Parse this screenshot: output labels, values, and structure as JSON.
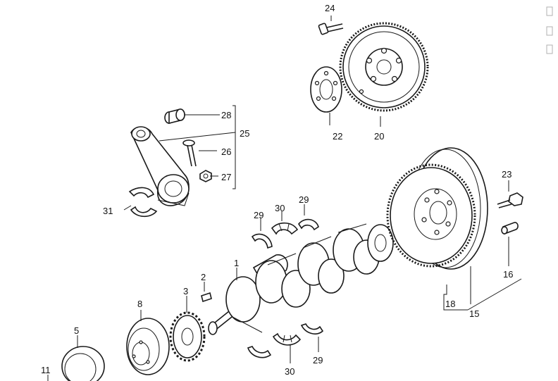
{
  "callouts": {
    "c1": "1",
    "c2": "2",
    "c3": "3",
    "c5": "5",
    "c8": "8",
    "c11": "11",
    "c15": "15",
    "c16": "16",
    "c18": "18",
    "c20": "20",
    "c22": "22",
    "c23": "23",
    "c24": "24",
    "c25": "25",
    "c26": "26",
    "c27": "27",
    "c28": "28",
    "c29a": "29",
    "c29b": "29",
    "c29c": "29",
    "c30a": "30",
    "c30b": "30",
    "c31": "31"
  },
  "colors": {
    "line": "#1a1a1a",
    "background": "#ffffff"
  }
}
